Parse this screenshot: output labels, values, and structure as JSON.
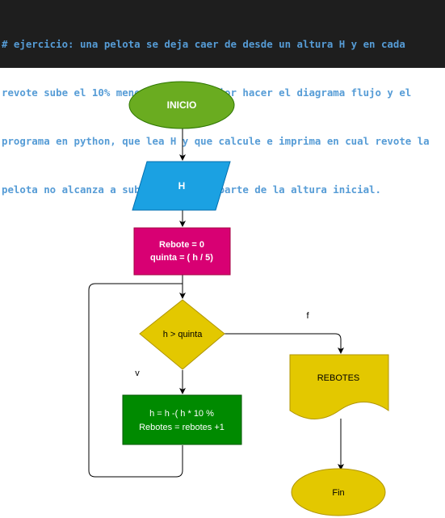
{
  "comment": {
    "lines": [
      "# ejercicio: una pelota se deja caer de desde un altura H y en cada",
      "revote sube el 10% menos de la anterior hacer el diagrama flujo y el",
      "programa en python, que lea H y que calcule e imprima en cual revote la",
      "pelota no alcanza a subir la quinta parte de la altura inicial."
    ]
  },
  "flowchart": {
    "start_label": "INICIO",
    "input_label": "H",
    "process1_line1": "Rebote = 0",
    "process1_line2": "quinta = ( h / 5)",
    "decision_label": "h > quinta",
    "false_label": "f",
    "true_label": "v",
    "process2_line1": "h = h -( h * 10 %",
    "process2_line2": "Rebotes = rebotes +1",
    "output_label": "REBOTES",
    "end_label": "Fin"
  },
  "colors": {
    "banner_bg": "#1e1e1e",
    "code_text": "#569cd6",
    "start_fill": "#6aac20",
    "input_fill": "#1ba1e2",
    "process1_fill": "#d80073",
    "decision_fill": "#e3c800",
    "process2_fill": "#008a00",
    "output_fill": "#e3c800",
    "end_fill": "#e3c800"
  }
}
